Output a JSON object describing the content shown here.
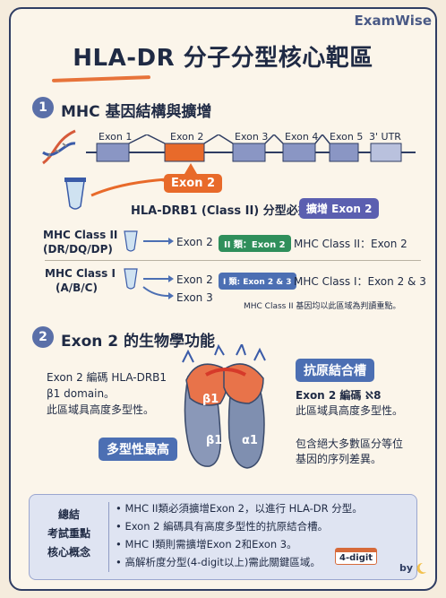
{
  "brand": "ExamWise",
  "title": "HLA-DR 分子分型核心靶區",
  "section1": {
    "number": "1",
    "title": "MHC 基因結構與擴增",
    "exons": [
      "Exon 1",
      "Exon 2",
      "Exon 3",
      "Exon 4",
      "Exon 5",
      "3' UTR"
    ],
    "callout": "Exon 2",
    "requirement": "HLA-DRB1 (Class II) 分型必須",
    "requirement_tag": "擴增 Exon 2",
    "class2": {
      "label_line1": "MHC Class II",
      "label_line2": "(DR/DQ/DP)",
      "target": "Exon 2",
      "pill": "II 類：Exon 2",
      "result": "MHC Class II：Exon 2"
    },
    "class1": {
      "label_line1": "MHC Class I",
      "label_line2": "(A/B/C)",
      "target1": "Exon 2",
      "target2": "Exon 3",
      "pill": "I 類: Exon 2 & 3",
      "result": "MHC Class I：Exon 2 & 3"
    },
    "note": "MHC Class II 基因均以此區域為判讀重點。"
  },
  "section2": {
    "number": "2",
    "title": "Exon 2 的生物學功能",
    "left_text": [
      "Exon 2 編碼 HLA-DRB1",
      "β1 domain。",
      "此區域具高度多型性。"
    ],
    "groove_label": "抗原結合槽",
    "right_text": [
      "Exon 2 編碼 ℵ8",
      "此區域具高度多型性。"
    ],
    "poly_label": "多型性最高",
    "bottom_right": [
      "包含絕大多數區分等位",
      "基因的序列差異。"
    ],
    "domains": {
      "b1_top": "β1",
      "b1_bottom": "β1",
      "a1": "α1"
    }
  },
  "summary": {
    "head": [
      "總結",
      "考試重點",
      "核心概念"
    ],
    "items": [
      "• MHC II類必須擴增Exon 2，以進行 HLA-DR 分型。",
      "• Exon 2 編碼具有高度多型性的抗原結合槽。",
      "• MHC I類則需擴增Exon 2和Exon 3。",
      "• 高解析度分型(4-digit以上)需此關鍵區域。"
    ],
    "tag": "4-digit"
  },
  "byline": "by",
  "colors": {
    "accent": "#e86a2a",
    "navy": "#2f3d63",
    "green": "#2f8f5b",
    "blue": "#4c6fb3"
  }
}
